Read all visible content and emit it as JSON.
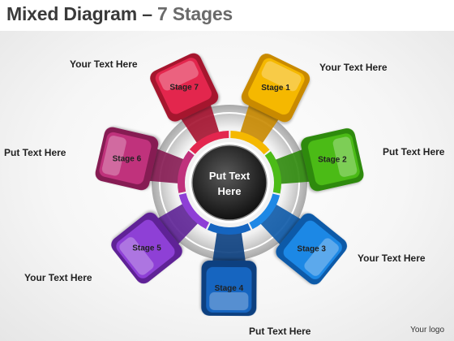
{
  "title": {
    "main": "Mixed Diagram",
    "dash": " – ",
    "sub": "7 Stages"
  },
  "hub": {
    "line1": "Put Text",
    "line2": "Here"
  },
  "stages": [
    {
      "label": "Stage 1",
      "color": "#f5b800",
      "dark": "#c98a00"
    },
    {
      "label": "Stage 2",
      "color": "#4cbb17",
      "dark": "#2f8a0c"
    },
    {
      "label": "Stage 3",
      "color": "#1e88e5",
      "dark": "#0d5aa8"
    },
    {
      "label": "Stage 4",
      "color": "#1565c0",
      "dark": "#0b3f80"
    },
    {
      "label": "Stage 5",
      "color": "#8e3fd6",
      "dark": "#5e2296"
    },
    {
      "label": "Stage 6",
      "color": "#c0317c",
      "dark": "#861a52"
    },
    {
      "label": "Stage 7",
      "color": "#e3264e",
      "dark": "#a5122f"
    }
  ],
  "callouts": {
    "top_left": "Your Text Here",
    "top_right": "Your Text Here",
    "mid_left": "Put Text Here",
    "mid_right": "Put Text Here",
    "bottom_left": "Your Text Here",
    "bottom_right": "Your Text Here",
    "bottom_center": "Put Text Here"
  },
  "logo": "Your logo"
}
